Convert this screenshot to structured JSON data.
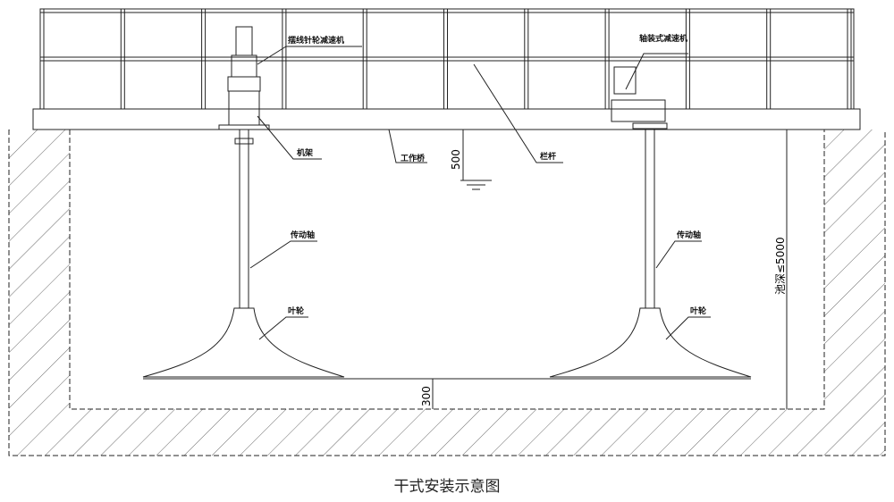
{
  "labels": {
    "cycloid_reducer": "摆线针轮减速机",
    "shaft_mounted_reducer": "轴装式减速机",
    "frame": "机架",
    "work_bridge": "工作桥",
    "railing": "栏杆",
    "dim_500": "500",
    "drive_shaft_left": "传动轴",
    "drive_shaft_right": "传动轴",
    "impeller_left": "叶轮",
    "impeller_right": "叶轮",
    "pool_depth": "池深≤5000",
    "dim_300": "300"
  },
  "caption": "干式安装示意图"
}
